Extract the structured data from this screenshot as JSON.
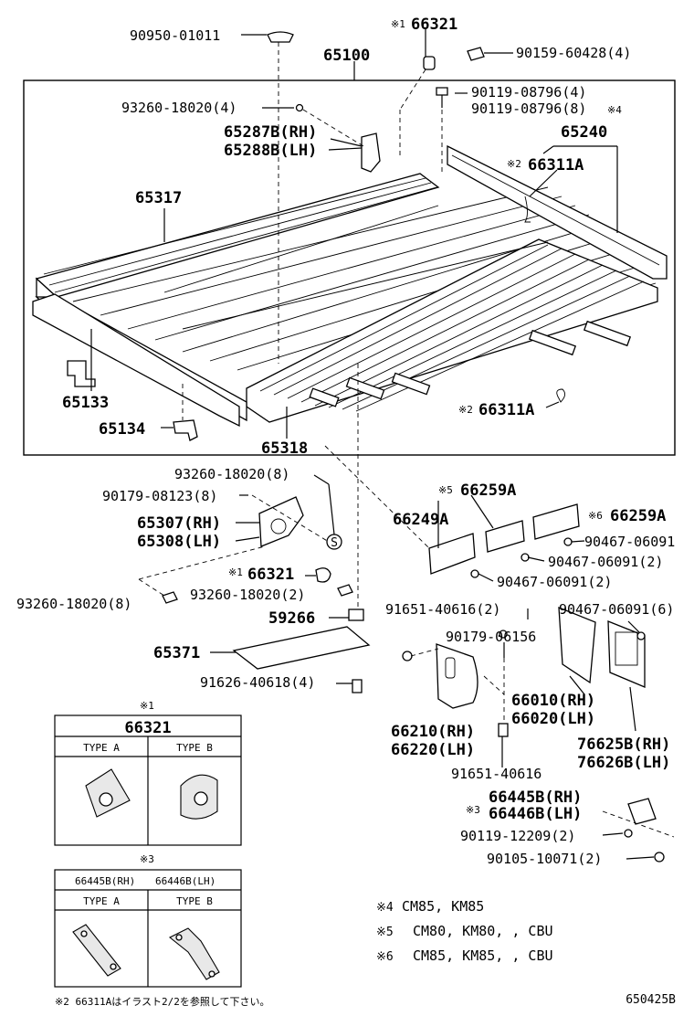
{
  "parts": {
    "p90950": "90950-01011",
    "p66321_top_mark": "※1",
    "p66321_top": "66321",
    "p65100": "65100",
    "p90159": "90159-60428(4)",
    "p93260_a": "93260-18020(4)",
    "p90119_a": "90119-08796(4)",
    "p90119_b": "90119-08796(8)",
    "p90119_b_mark": "※4",
    "p65287B": "65287B(RH)",
    "p65288B": "65288B(LH)",
    "p65240": "65240",
    "p66311A_top_mark": "※2",
    "p66311A_top": "66311A",
    "p65317": "65317",
    "p65133": "65133",
    "p65134": "65134",
    "p66311A_mid_mark": "※2",
    "p66311A_mid": "66311A",
    "p65318": "65318",
    "p93260_b": "93260-18020(8)",
    "p90179_a": "90179-08123(8)",
    "p65307": "65307(RH)",
    "p65308": "65308(LH)",
    "p66321_mid_mark": "※1",
    "p66321_mid": "66321",
    "p93260_c": "93260-18020(8)",
    "p93260_d": "93260-18020(2)",
    "p59266": "59266",
    "p65371": "65371",
    "p91626": "91626-40618(4)",
    "p66259A_a_mark": "※5",
    "p66259A_a": "66259A",
    "p66249A": "66249A",
    "p66259A_b_mark": "※6",
    "p66259A_b": "66259A",
    "p90467_a": "90467-06091",
    "p90467_b": "90467-06091(2)",
    "p90467_c": "90467-06091(2)",
    "p91651_a": "91651-40616(2)",
    "p90467_d": "90467-06091(6)",
    "p90179_b": "90179-06156",
    "p66010": "66010(RH)",
    "p66020": "66020(LH)",
    "p66210": "66210(RH)",
    "p66220": "66220(LH)",
    "p76625B": "76625B(RH)",
    "p76626B": "76626B(LH)",
    "p91651_b": "91651-40616",
    "p66445B_mark": "※3",
    "p66445B": "66445B(RH)",
    "p66446B": "66446B(LH)",
    "p90119_c": "90119-12209(2)",
    "p90105": "90105-10071(2)"
  },
  "inset1": {
    "mark": "※1",
    "title": "66321",
    "type_a": "TYPE A",
    "type_b": "TYPE B"
  },
  "inset3": {
    "mark": "※3",
    "title_rh": "66445B(RH)",
    "title_lh": "66446B(LH)",
    "type_a": "TYPE A",
    "type_b": "TYPE B"
  },
  "notes": {
    "n4_mark": "※4",
    "n4": "CM85, KM85",
    "n5_mark": "※5",
    "n5": "CM80, KM80, , CBU",
    "n6_mark": "※6",
    "n6": "CM85, KM85, , CBU",
    "n2": "※2  66311Aはイラスト2/2を参照して下さい。"
  },
  "diagram_code": "650425B"
}
